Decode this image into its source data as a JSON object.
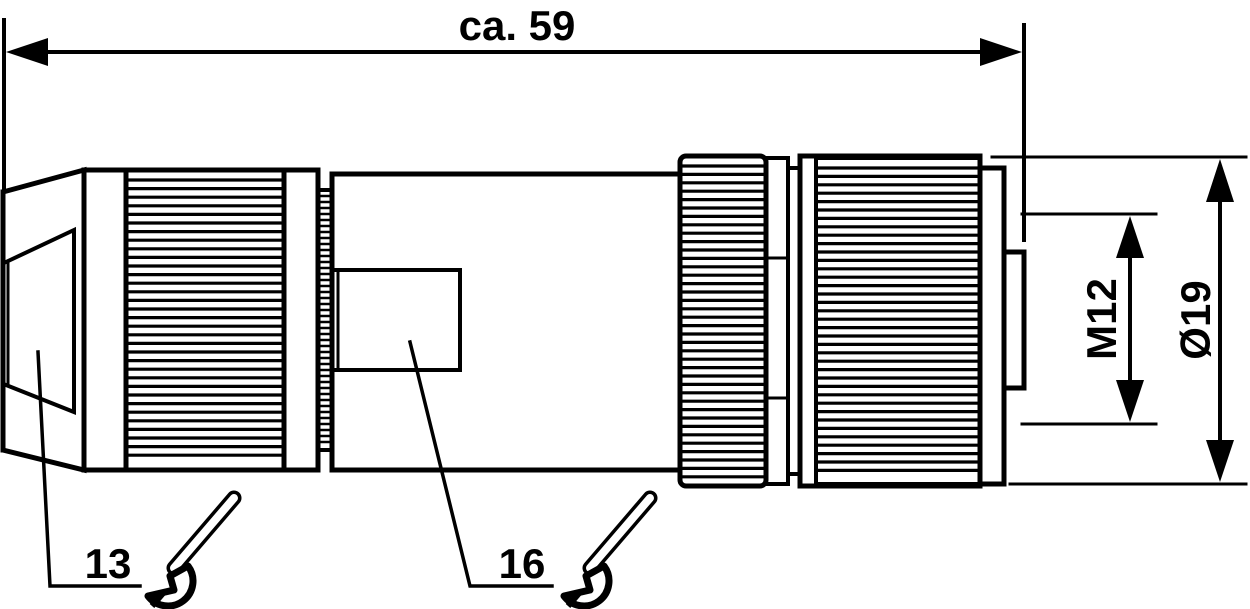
{
  "dimensions": {
    "length": "ca. 59",
    "thread": "M12",
    "diameter": "Ø19"
  },
  "wrench_sizes": [
    {
      "size": "13",
      "icon": "wrench-icon"
    },
    {
      "size": "16",
      "icon": "wrench-icon"
    }
  ]
}
